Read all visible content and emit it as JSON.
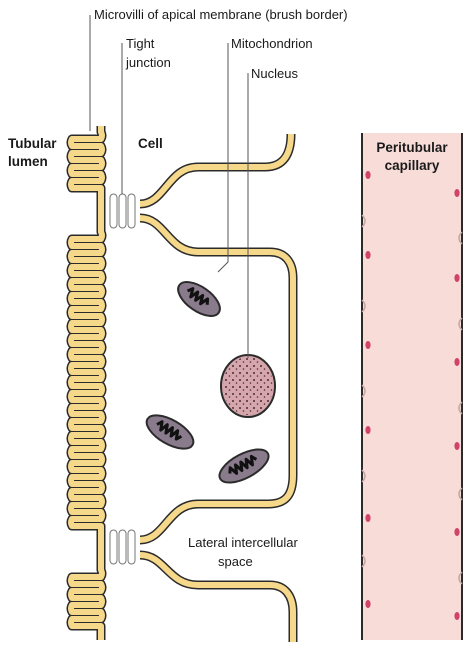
{
  "labels": {
    "microvilli": "Microvilli of apical membrane (brush border)",
    "tight_line1": "Tight",
    "tight_line2": "junction",
    "mitochondrion": "Mitochondrion",
    "nucleus": "Nucleus",
    "tubular_line1": "Tubular",
    "tubular_line2": "lumen",
    "cell": "Cell",
    "peritubular_line1": "Peritubular",
    "peritubular_line2": "capillary",
    "lateral_line1": "Lateral intercellular",
    "lateral_line2": "space"
  },
  "colors": {
    "membrane_fill": "#f6d88a",
    "membrane_outline": "#2b2b2b",
    "capillary_fill": "#f7dcd8",
    "capillary_cell_line": "#c9a7a2",
    "capillary_nucleus": "#d2436a",
    "mito_fill": "#8a7b8c",
    "nucleus_fill": "#d6a6ad",
    "nucleus_dots": "#4a2a35"
  }
}
